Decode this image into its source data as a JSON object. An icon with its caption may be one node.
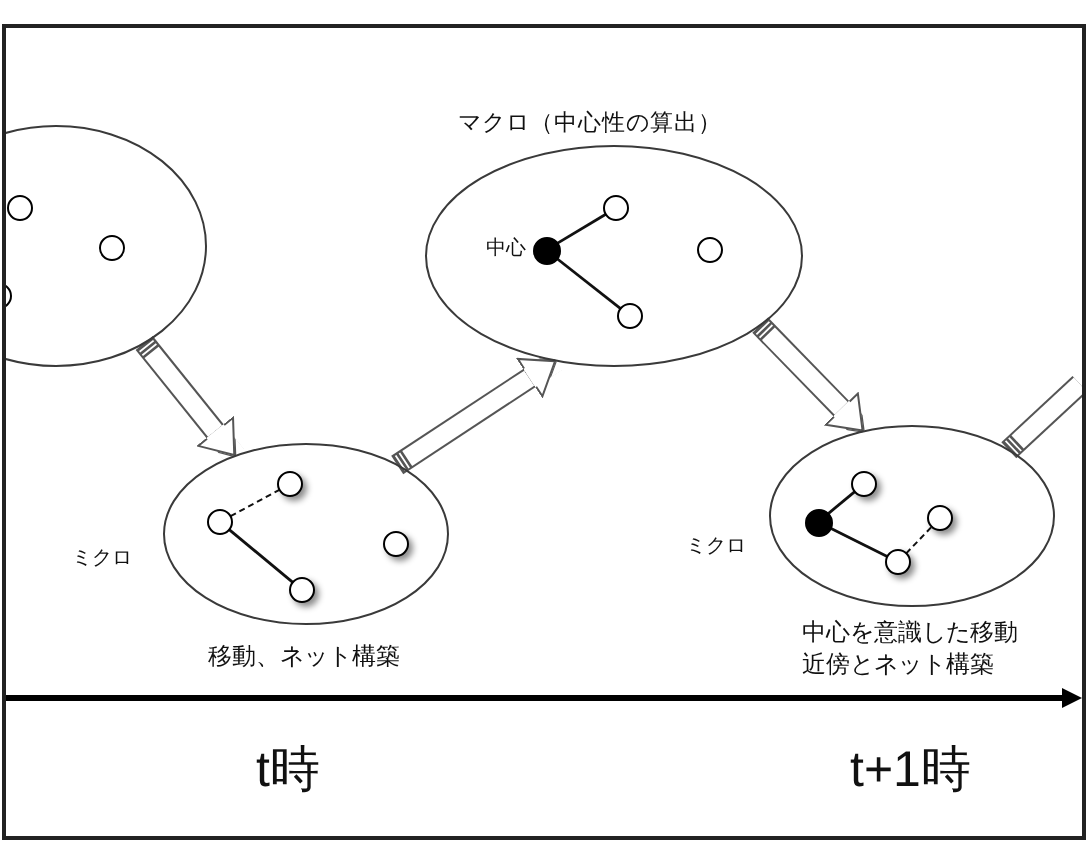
{
  "diagram": {
    "nodes": [
      {
        "text": [],
        "shape": "ellipse"
      },
      {
        "text": [],
        "shape": "circle",
        "in": 0
      },
      {
        "text": [],
        "shape": "circle",
        "in": 0
      },
      {
        "text": [],
        "shape": "circle",
        "in": 0
      },
      {
        "text": [
          "マクロ（中心性の算出）"
        ]
      },
      {
        "text": [],
        "shape": "dot",
        "in": 4,
        "beside": [
          "中心"
        ]
      },
      {
        "text": [],
        "shape": "circle",
        "in": 4
      },
      {
        "text": [],
        "shape": "circle",
        "in": 4
      },
      {
        "text": [],
        "shape": "circle",
        "in": 4
      },
      {
        "text": [],
        "shape": "ellipse",
        "beside": [
          "ミクロ",
          "移動、ネット構築"
        ]
      },
      {
        "text": [],
        "shape": "circle",
        "in": 9
      },
      {
        "text": [],
        "shape": "circle",
        "in": 9
      },
      {
        "text": [],
        "shape": "circle",
        "in": 9
      },
      {
        "text": [],
        "shape": "circle",
        "in": 9
      },
      {
        "text": [],
        "shape": "ellipse",
        "beside": [
          "ミクロ",
          "中心を意識した移動",
          "近傍とネット構築"
        ]
      },
      {
        "text": [],
        "shape": "dot",
        "in": 14
      },
      {
        "text": [],
        "shape": "circle",
        "in": 14
      },
      {
        "text": [],
        "shape": "circle",
        "in": 14
      },
      {
        "text": [],
        "shape": "circle",
        "in": 14
      }
    ],
    "edges": [
      {
        "from": 0,
        "to": 9,
        "arrow": "to",
        "style": "thick"
      },
      {
        "from": 9,
        "to": 4,
        "arrow": "to",
        "style": "thick"
      },
      {
        "from": 4,
        "to": 14,
        "arrow": "to",
        "style": "thick"
      },
      {
        "from": 14,
        "to": null,
        "arrow": "none",
        "style": "thick"
      },
      {
        "from": 5,
        "to": 6,
        "arrow": "none"
      },
      {
        "from": 5,
        "to": 7,
        "arrow": "none"
      },
      {
        "from": 11,
        "to": 10,
        "arrow": "none",
        "style": "dashed"
      },
      {
        "from": 11,
        "to": 13,
        "arrow": "none"
      },
      {
        "from": 15,
        "to": 16,
        "arrow": "none"
      },
      {
        "from": 15,
        "to": 18,
        "arrow": "none"
      },
      {
        "from": 18,
        "to": 17,
        "arrow": "none",
        "style": "dashed"
      }
    ],
    "labels": [
      "t時",
      "t+1時"
    ]
  }
}
